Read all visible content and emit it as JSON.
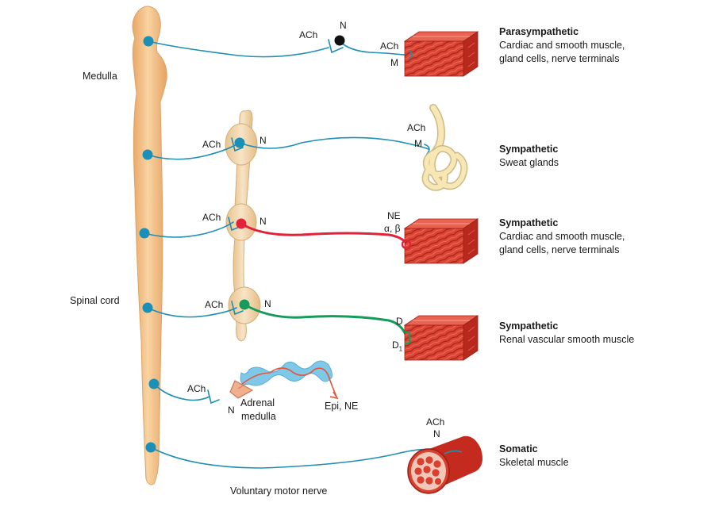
{
  "labels": {
    "medulla": "Medulla",
    "spinal_cord": "Spinal cord",
    "voluntary_motor_nerve": "Voluntary motor nerve",
    "adrenal_line1": "Adrenal",
    "adrenal_line2": "medulla",
    "epi_ne": "Epi, NE"
  },
  "pathways": [
    {
      "title": "Parasympathetic",
      "targets": [
        "Cardiac and smooth muscle,",
        "gland cells, nerve terminals"
      ],
      "ganglion_transmitter": "ACh",
      "ganglion_receptor": "N",
      "effector_transmitter": "ACh",
      "effector_receptor": "M"
    },
    {
      "title": "Sympathetic",
      "targets": [
        "Sweat glands"
      ],
      "ganglion_transmitter": "ACh",
      "ganglion_receptor": "N",
      "effector_transmitter": "ACh",
      "effector_receptor": "M"
    },
    {
      "title": "Sympathetic",
      "targets": [
        "Cardiac and smooth muscle,",
        "gland cells, nerve terminals"
      ],
      "ganglion_transmitter": "ACh",
      "ganglion_receptor": "N",
      "effector_transmitter": "NE",
      "effector_receptor": "α, β"
    },
    {
      "title": "Sympathetic",
      "targets": [
        "Renal vascular smooth muscle"
      ],
      "ganglion_transmitter": "ACh",
      "ganglion_receptor": "N",
      "effector_receptor_top": "D",
      "effector_receptor_bottom": "D",
      "effector_receptor_bottom_sub": "1"
    },
    {
      "title": "",
      "targets": [],
      "ganglion_transmitter": "ACh",
      "ganglion_receptor": "N"
    },
    {
      "title": "Somatic",
      "targets": [
        "Skeletal muscle"
      ],
      "effector_transmitter": "ACh",
      "effector_receptor": "N"
    }
  ],
  "colors": {
    "cord": "#f5c48c",
    "cord_edge": "#dca369",
    "ganglion": "#f2d8b3",
    "nerve_cholinergic": "#1f8fb3",
    "nerve_noradrenergic": "#e2213a",
    "nerve_dopaminergic": "#179a5a",
    "neuron_body_blue": "#1a8fb8",
    "neuron_body_black": "#111111",
    "muscle": "#d9402f",
    "muscle_dark": "#9e1f16",
    "gland": "#f6e7b4",
    "blood": "#7fc8e8"
  },
  "icons": [
    "spinal-cord-shape",
    "ganglion-chain",
    "muscle-block-icon",
    "sweat-gland-icon",
    "adrenal-gland-icon",
    "skeletal-muscle-icon"
  ]
}
